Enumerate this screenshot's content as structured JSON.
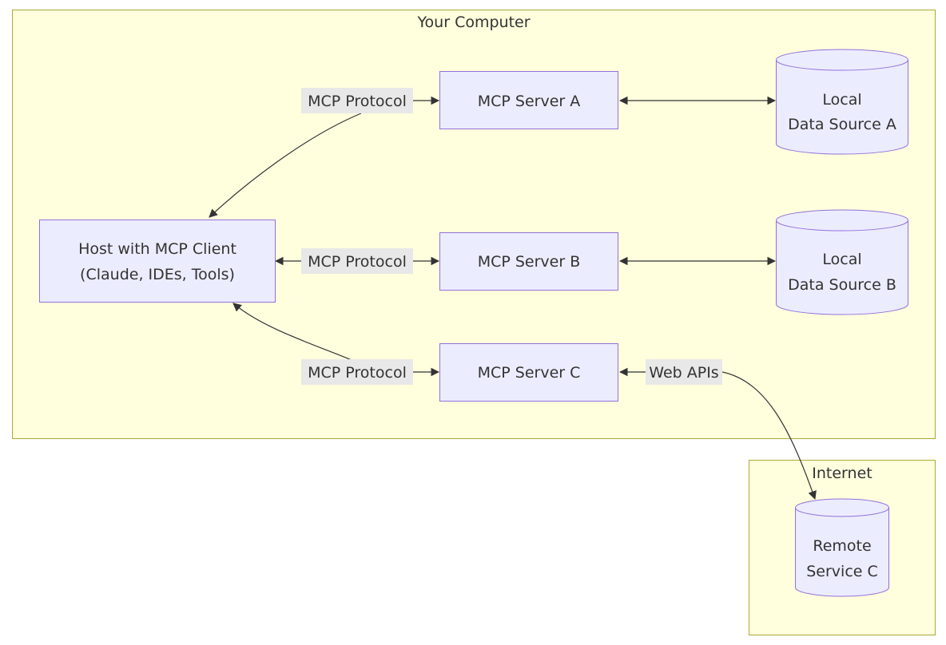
{
  "clusters": {
    "computer": {
      "title": "Your Computer"
    },
    "internet": {
      "title": "Internet"
    }
  },
  "nodes": {
    "host": {
      "line1": "Host with MCP Client",
      "line2": "(Claude, IDEs, Tools)"
    },
    "server_a": {
      "label": "MCP Server A"
    },
    "server_b": {
      "label": "MCP Server B"
    },
    "server_c": {
      "label": "MCP Server C"
    },
    "data_a": {
      "line1": "Local",
      "line2": "Data Source A"
    },
    "data_b": {
      "line1": "Local",
      "line2": "Data Source B"
    },
    "remote_c": {
      "line1": "Remote",
      "line2": "Service C"
    }
  },
  "edges": {
    "host_a": {
      "label": "MCP Protocol"
    },
    "host_b": {
      "label": "MCP Protocol"
    },
    "host_c": {
      "label": "MCP Protocol"
    },
    "c_remote": {
      "label": "Web APIs"
    }
  },
  "colors": {
    "cluster_fill": "#ffffde",
    "cluster_stroke": "#aaaa33",
    "node_fill": "#ececff",
    "node_stroke": "#9370db",
    "edge": "#333333",
    "edge_label_bg": "#e8e8e8"
  }
}
